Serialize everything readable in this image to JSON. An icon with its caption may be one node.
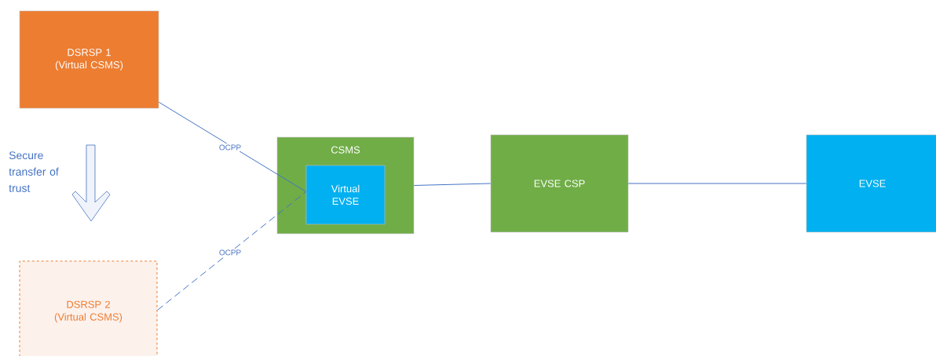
{
  "diagram": {
    "nodes": [
      {
        "text": [
          "DSRSP 1 (Virtual CSMS)"
        ]
      },
      {
        "text": [
          "DSRSP 2 (Virtual CSMS)"
        ]
      },
      {
        "text": [
          "CSMS"
        ]
      },
      {
        "text": [
          "Virtual EVSE"
        ],
        "in": 2
      },
      {
        "text": [
          "EVSE CSP"
        ]
      },
      {
        "text": [
          "EVSE"
        ]
      }
    ],
    "edges": [
      {
        "from": 0,
        "to": 3,
        "arrow": "none",
        "label": "OCPP"
      },
      {
        "from": 1,
        "to": 3,
        "arrow": "none",
        "label": "OCPP",
        "style": "dashed"
      },
      {
        "from": 2,
        "to": 4,
        "arrow": "none"
      },
      {
        "from": 4,
        "to": 5,
        "arrow": "none"
      }
    ],
    "labels": [
      "Secure transfer of trust"
    ]
  }
}
